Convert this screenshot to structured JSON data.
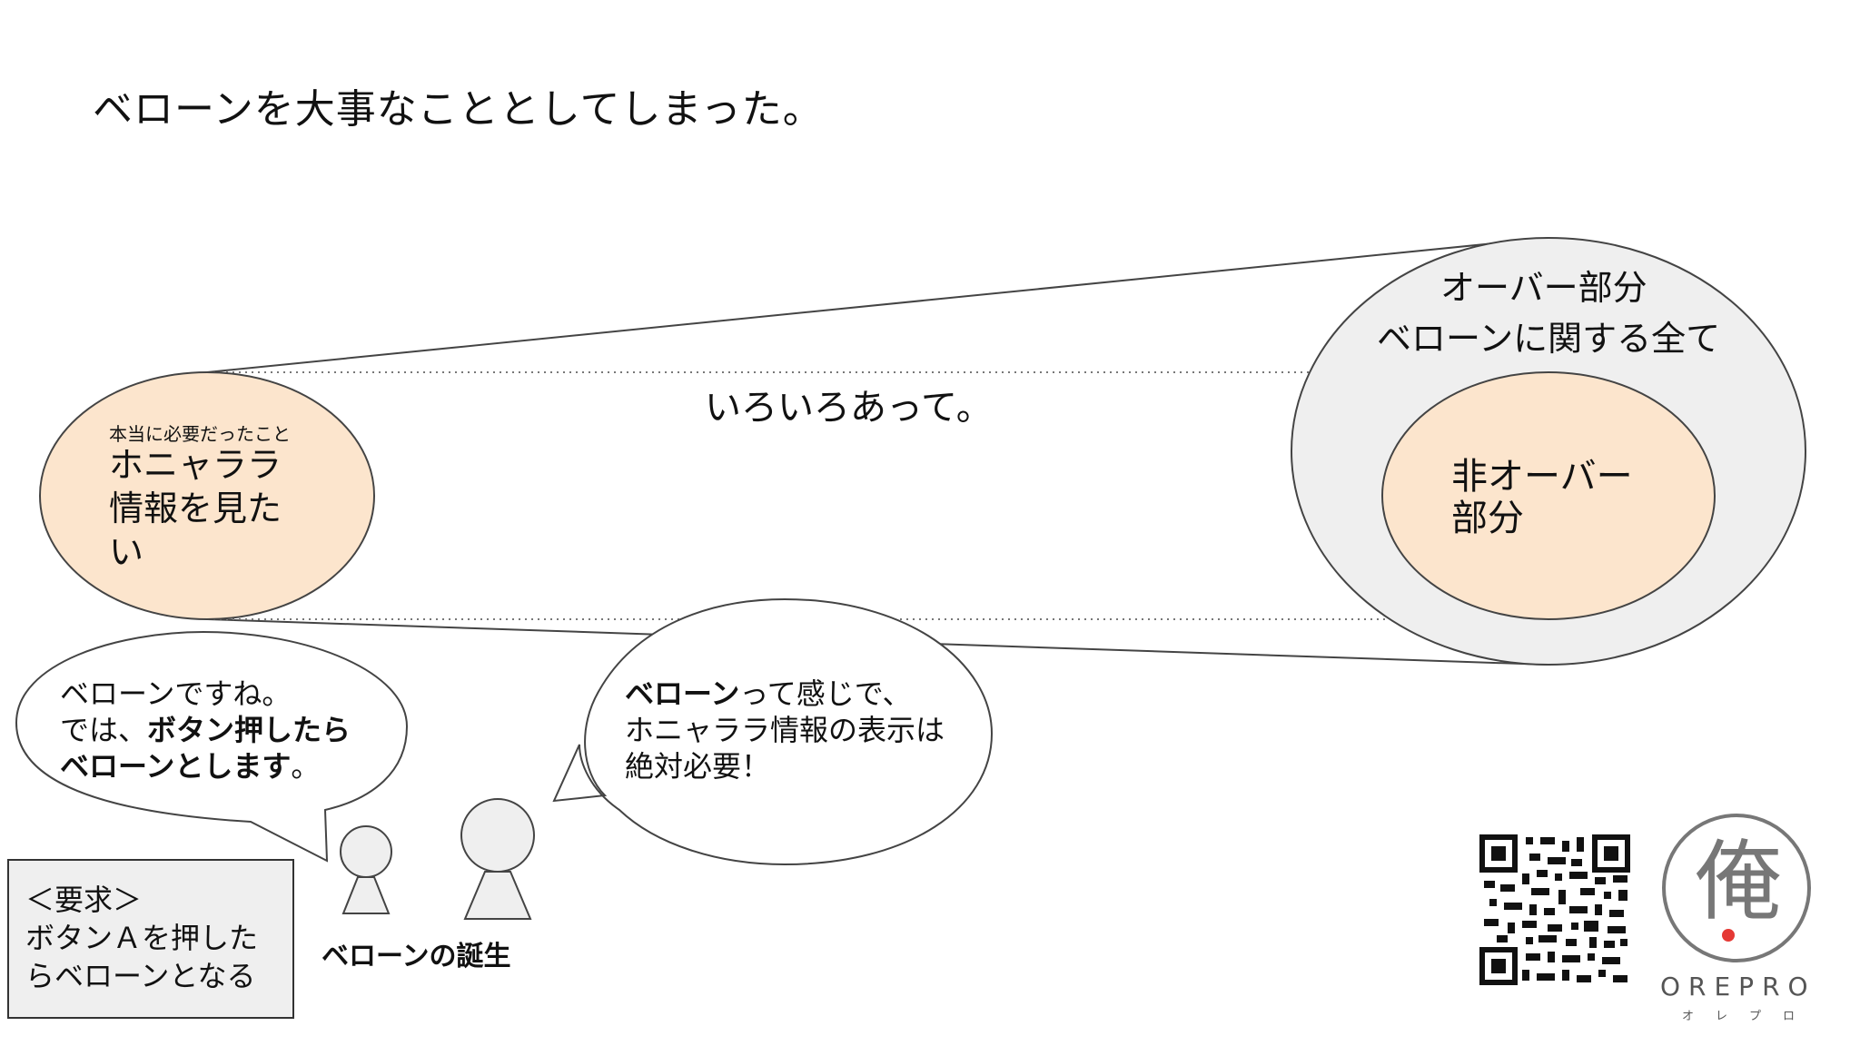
{
  "slide": {
    "title": "ベローンを大事なこととしてしまった。",
    "middle_caption": "いろいろあって。",
    "need_circle": {
      "small_label": "本当に必要だったこと",
      "main_text": "ホニャララ\n情報を見た\nい"
    },
    "outer_circle_label_1": "オーバー部分",
    "outer_circle_label_2": "ベローンに関する全て",
    "inner_circle_label": "非オーバー\n部分",
    "bubble_left": {
      "line1": "ベローンですね。",
      "line2_plain": "では、",
      "line2_bold": "ボタン押したら",
      "line3_bold": "ベローンとします",
      "line3_plain": "。"
    },
    "bubble_right": {
      "line1_bold": "ベローン",
      "line1_plain": "って感じで、",
      "line2": "ホニャララ情報の表示は",
      "line3": "絶対必要！"
    },
    "requirement_box": "＜要求＞\nボタンＡを押した\nらベローンとなる",
    "figures_caption": "ベローンの誕生",
    "logo": {
      "kanji": "俺",
      "name": "OREPRO",
      "kana": "オレプロ"
    },
    "colors": {
      "peach_fill": "#fce5cd",
      "grey_fill": "#efefef",
      "logo_dot": "#e53935"
    }
  }
}
